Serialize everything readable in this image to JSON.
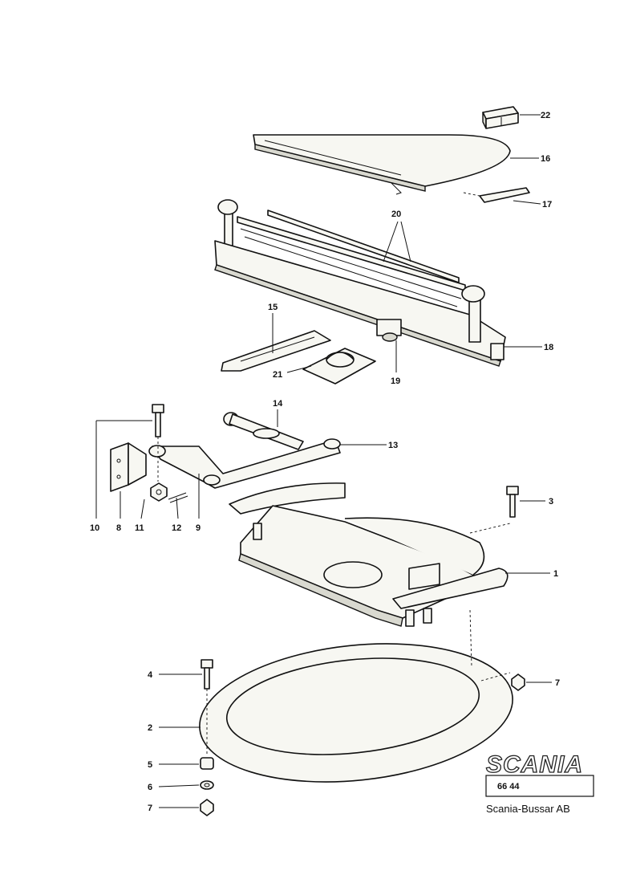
{
  "callouts": {
    "c22": "22",
    "c16": "16",
    "c17": "17",
    "c20": "20",
    "c18": "18",
    "c15": "15",
    "c21": "21",
    "c19": "19",
    "c14": "14",
    "c13": "13",
    "c10": "10",
    "c8": "8",
    "c11": "11",
    "c12": "12",
    "c9": "9",
    "c3": "3",
    "c1": "1",
    "c4": "4",
    "c7a": "7",
    "c2": "2",
    "c5": "5",
    "c6": "6",
    "c7b": "7"
  },
  "title_block": {
    "logo": "SCANIA",
    "ref_code": "66 44",
    "company": "Scania-Bussar AB"
  }
}
